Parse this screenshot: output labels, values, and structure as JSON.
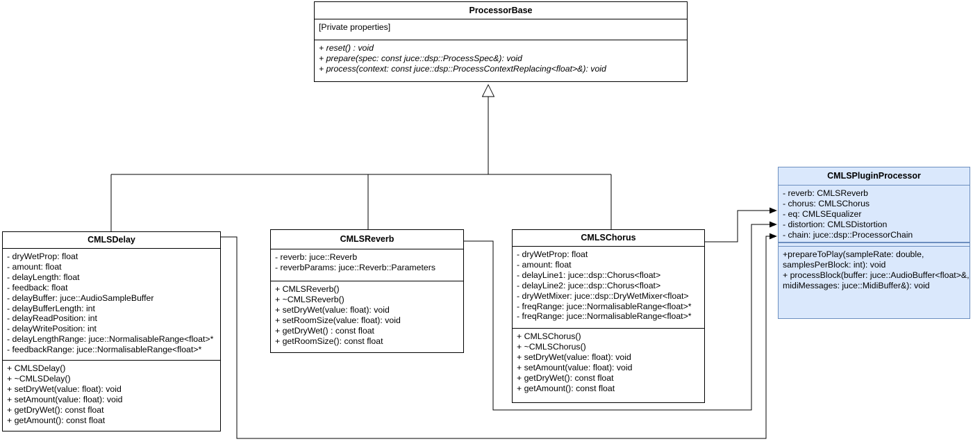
{
  "classes": {
    "processor_base": {
      "name": "ProcessorBase",
      "properties": [
        "[Private properties]"
      ],
      "methods": [
        "+ reset() : void",
        "+ prepare(spec: const juce::dsp::ProcessSpec&): void",
        "+ process(context: const juce::dsp::ProcessContextReplacing<float>&): void"
      ]
    },
    "delay": {
      "name": "CMLSDelay",
      "properties": [
        "- dryWetProp: float",
        "- amount: float",
        "- delayLength: float",
        "- feedback: float",
        "- delayBuffer: juce::AudioSampleBuffer",
        "- delayBufferLength: int",
        "- delayReadPosition: int",
        "- delayWritePosition: int",
        "- delayLengthRange: juce::NormalisableRange<float>*",
        "- feedbackRange: juce::NormalisableRange<float>*"
      ],
      "methods": [
        "+ CMLSDelay()",
        "+ ~CMLSDelay()",
        "+ setDryWet(value: float): void",
        "+ setAmount(value: float): void",
        "+ getDryWet(): const float",
        "+ getAmount(): const float"
      ]
    },
    "reverb": {
      "name": "CMLSReverb",
      "properties": [
        "- reverb: juce::Reverb",
        "- reverbParams: juce::Reverb::Parameters"
      ],
      "methods": [
        "+ CMLSReverb()",
        "+ ~CMLSReverb()",
        "+ setDryWet(value: float): void",
        "+ setRoomSize(value: float): void",
        "+ getDryWet() : const float",
        "+ getRoomSize(): const float"
      ]
    },
    "chorus": {
      "name": "CMLSChorus",
      "properties": [
        "- dryWetProp: float",
        "- amount: float",
        "- delayLine1: juce::dsp::Chorus<float>",
        "- delayLine2: juce::dsp::Chorus<float>",
        "- dryWetMixer: juce::dsp::DryWetMixer<float>",
        "- freqRange: juce::NormalisableRange<float>*",
        "- freqRange: juce::NormalisableRange<float>*"
      ],
      "methods": [
        "+ CMLSChorus()",
        "+ ~CMLSChorus()",
        "+ setDryWet(value: float): void",
        "+ setAmount(value: float): void",
        "+ getDryWet(): const float",
        "+ getAmount(): const float"
      ]
    },
    "plugin": {
      "name": "CMLSPluginProcessor",
      "properties": [
        "- reverb: CMLSReverb",
        "- chorus: CMLSChorus",
        "- eq: CMLSEqualizer",
        "- distortion: CMLSDistortion",
        "- chain: juce::dsp::ProcessorChain"
      ],
      "method_lines": [
        "+prepareToPlay(sampleRate: double,",
        "samplesPerBlock: int): void",
        "+ processBlock(buffer: juce::AudioBuffer<float>&,",
        "midiMessages: juce::MidiBuffer&): void"
      ]
    }
  },
  "colors": {
    "highlight_fill": "#dae8fc",
    "highlight_border": "#6c8ebf",
    "box_fill": "#ffffff",
    "box_border": "#000000",
    "connector": "#000000"
  }
}
